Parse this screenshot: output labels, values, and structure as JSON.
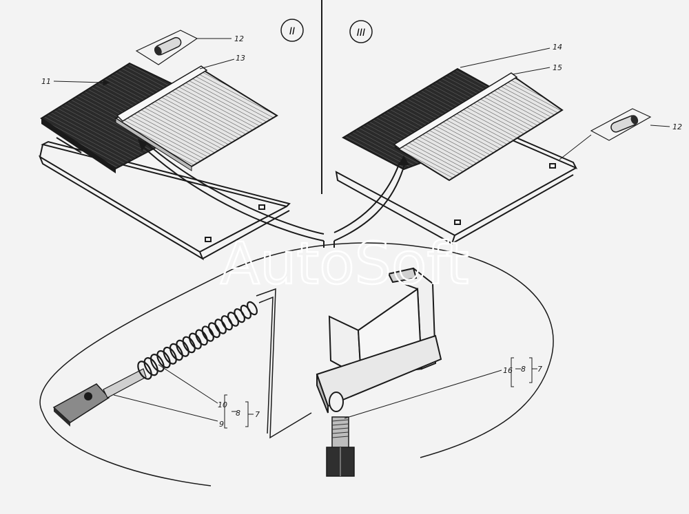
{
  "view_labels": {
    "left": "II",
    "right": "III"
  },
  "callouts": {
    "c11": "11",
    "c12a": "12",
    "c13": "13",
    "c14": "14",
    "c15": "15",
    "c12b": "12",
    "c10": "10",
    "c9": "9",
    "c8a": "8",
    "c7a": "7",
    "c16": "16",
    "c8b": "8",
    "c7b": "7"
  },
  "watermark": "AutoSoft",
  "colors": {
    "line": "#1a1a1a",
    "dark_fill": "#2a2a2a",
    "light_fill": "#d9d9d9",
    "background": "#f3f3f3"
  }
}
